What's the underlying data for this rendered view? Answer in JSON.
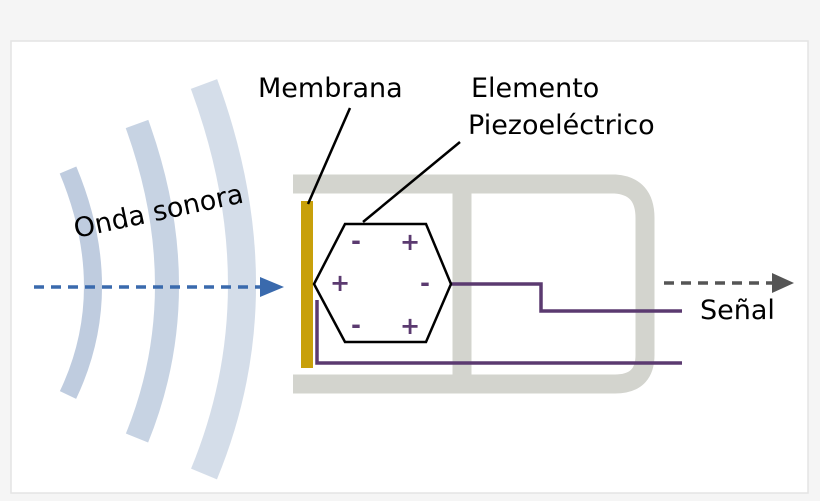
{
  "labels": {
    "sound_wave": "Onda sonora",
    "membrane": "Membrana",
    "piezo_line1": "Elemento",
    "piezo_line2": "Piezoeléctrico",
    "signal": "Señal"
  },
  "charges": {
    "top_left": "-",
    "top_right": "+",
    "mid_left": "+",
    "mid_right": "-",
    "bottom_left": "-",
    "bottom_right": "+"
  },
  "colors": {
    "background": "#f5f5f5",
    "panel": "#ffffff",
    "wave": "#a9bbd4",
    "input_arrow": "#3a6aad",
    "housing": "#d3d4ce",
    "membrane": "#c8a00a",
    "wire": "#5b3a70",
    "output_arrow": "#555555",
    "ink": "#000000"
  }
}
